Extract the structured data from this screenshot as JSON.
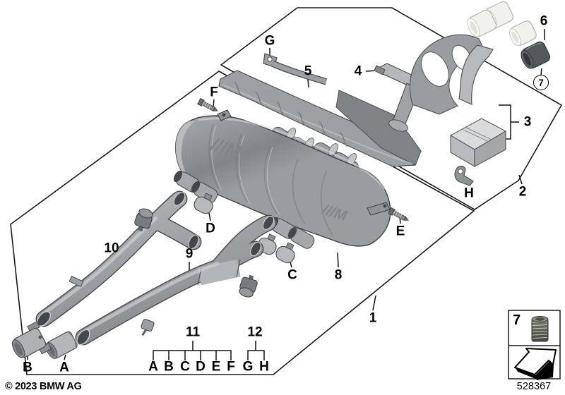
{
  "callouts": {
    "c1": "1",
    "c2": "2",
    "c3": "3",
    "c4": "4",
    "c5": "5",
    "c6": "6",
    "c7": "7",
    "c8": "8",
    "c9": "9",
    "c10": "10",
    "c11": "11",
    "c12": "12",
    "cA": "A",
    "cB": "B",
    "cC": "C",
    "cD": "D",
    "cE": "E",
    "cF": "F",
    "cG": "G",
    "cH": "H"
  },
  "letter_row": [
    "A",
    "B",
    "C",
    "D",
    "E",
    "F",
    "G",
    "H"
  ],
  "legend_box": {
    "number": "7",
    "insert_icon": "threaded-insert-icon",
    "arrow_icon": "direction-of-travel-arrow-icon"
  },
  "muffler": {
    "logo": "///M"
  },
  "footer": {
    "copyright": "© 2023 BMW AG",
    "image_number": "528367"
  },
  "colors": {
    "line": "#1a1a1a",
    "part_gray": "#a7abae",
    "part_dark": "#7d8184",
    "tip_ivory": "#f2f2ed",
    "tip_dark": "#4f5458",
    "background": "#ffffff"
  }
}
